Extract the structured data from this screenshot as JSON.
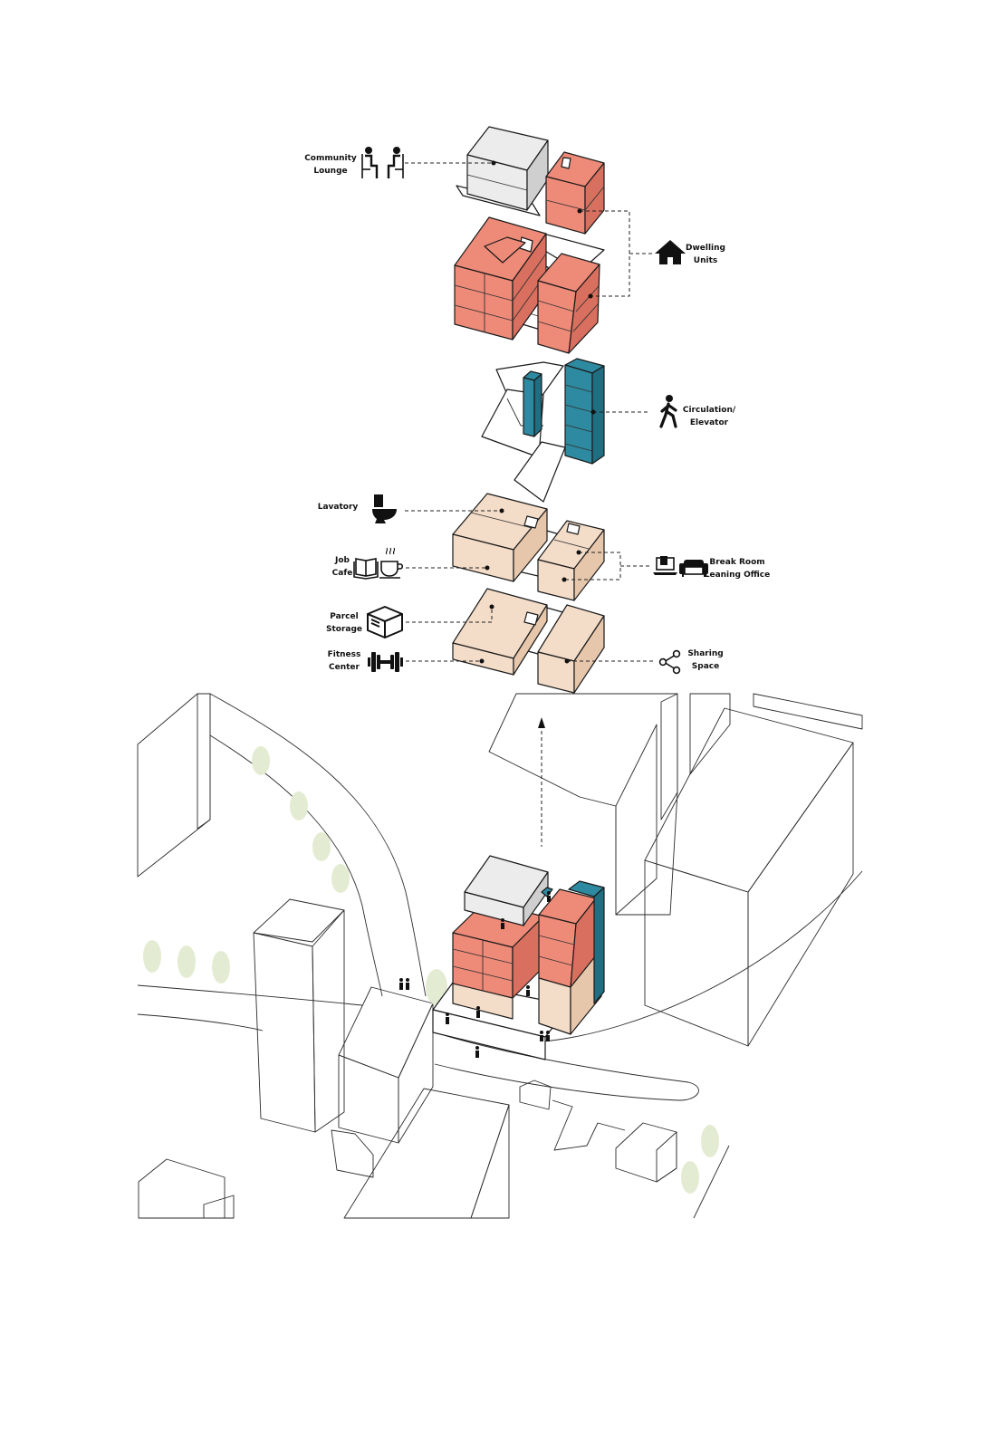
{
  "colors": {
    "dwelling": "#ee8a78",
    "dwelling_side": "#d96f5e",
    "circulation": "#2e8aa0",
    "circulation_side": "#1f6e82",
    "amenity": "#f3dcc8",
    "amenity_side": "#e6c7ac",
    "lounge": "#ececec",
    "lounge_side": "#cfcfcf",
    "context_side": "#c9c9c9",
    "tree": "#e3ecd2"
  },
  "labels": {
    "community_lounge": [
      "Community",
      "Lounge"
    ],
    "dwelling_units": [
      "Dwelling",
      "Units"
    ],
    "circulation": [
      "Circulation/",
      "Elevator"
    ],
    "lavatory": [
      "Lavatory"
    ],
    "job_cafe": [
      "Job",
      "Cafe"
    ],
    "break_room": [
      "Break Room",
      "Leaning Office"
    ],
    "parcel_storage": [
      "Parcel",
      "Storage"
    ],
    "fitness_center": [
      "Fitness",
      "Center"
    ],
    "sharing_space": [
      "Sharing",
      "Space"
    ]
  },
  "icons": {
    "community_lounge": "seated-people-icon",
    "dwelling_units": "house-icon",
    "circulation": "walking-person-icon",
    "lavatory": "toilet-icon",
    "job_cafe": [
      "book-icon",
      "coffee-cup-icon"
    ],
    "break_room": [
      "laptop-icon",
      "sofa-icon"
    ],
    "parcel_storage": "parcel-box-icon",
    "fitness_center": "dumbbell-icon",
    "sharing_space": "share-icon"
  }
}
